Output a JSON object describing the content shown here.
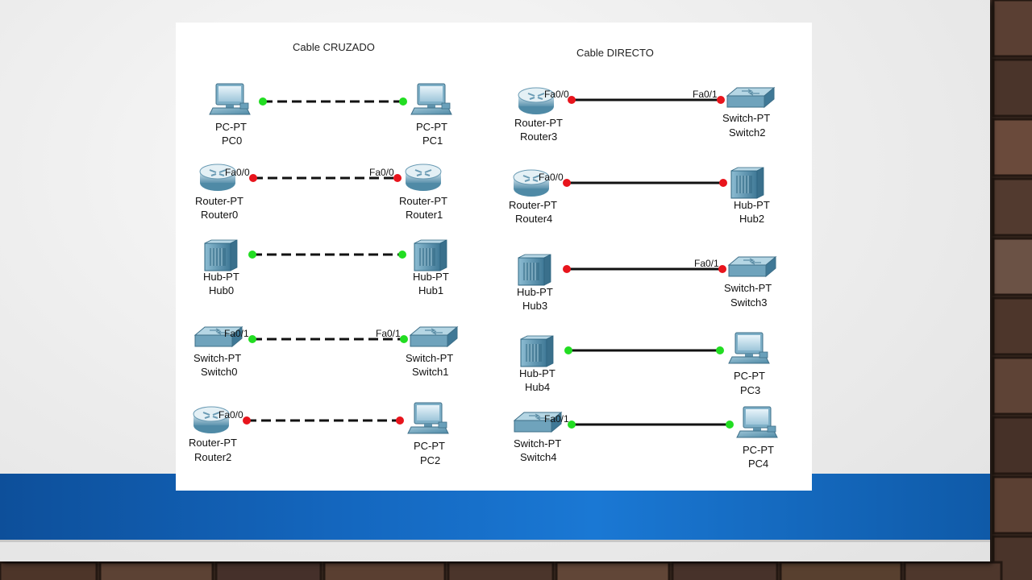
{
  "sections": {
    "crossover_title": "Cable CRUZADO",
    "straight_title": "Cable DIRECTO"
  },
  "devices": {
    "pc0": {
      "type": "PC-PT",
      "name": "PC0"
    },
    "pc1": {
      "type": "PC-PT",
      "name": "PC1"
    },
    "router0": {
      "type": "Router-PT",
      "name": "Router0"
    },
    "router1": {
      "type": "Router-PT",
      "name": "Router1"
    },
    "hub0": {
      "type": "Hub-PT",
      "name": "Hub0"
    },
    "hub1": {
      "type": "Hub-PT",
      "name": "Hub1"
    },
    "switch0": {
      "type": "Switch-PT",
      "name": "Switch0"
    },
    "switch1": {
      "type": "Switch-PT",
      "name": "Switch1"
    },
    "router2": {
      "type": "Router-PT",
      "name": "Router2"
    },
    "pc2": {
      "type": "PC-PT",
      "name": "PC2"
    },
    "router3": {
      "type": "Router-PT",
      "name": "Router3"
    },
    "switch2": {
      "type": "Switch-PT",
      "name": "Switch2"
    },
    "router4": {
      "type": "Router-PT",
      "name": "Router4"
    },
    "hub2": {
      "type": "Hub-PT",
      "name": "Hub2"
    },
    "hub3": {
      "type": "Hub-PT",
      "name": "Hub3"
    },
    "switch3": {
      "type": "Switch-PT",
      "name": "Switch3"
    },
    "hub4": {
      "type": "Hub-PT",
      "name": "Hub4"
    },
    "pc3": {
      "type": "PC-PT",
      "name": "PC3"
    },
    "switch4": {
      "type": "Switch-PT",
      "name": "Switch4"
    },
    "pc4": {
      "type": "PC-PT",
      "name": "PC4"
    }
  },
  "ports": {
    "router0": "Fa0/0",
    "router1": "Fa0/0",
    "switch0": "Fa0/1",
    "switch1": "Fa0/1",
    "router2": "Fa0/0",
    "router3": "Fa0/0",
    "switch2": "Fa0/1",
    "router4": "Fa0/0",
    "switch3": "Fa0/1",
    "switch4": "Fa0/1"
  },
  "colors": {
    "link_up": "#22dd22",
    "link_down": "#e8141c",
    "band": "#1467bf"
  }
}
